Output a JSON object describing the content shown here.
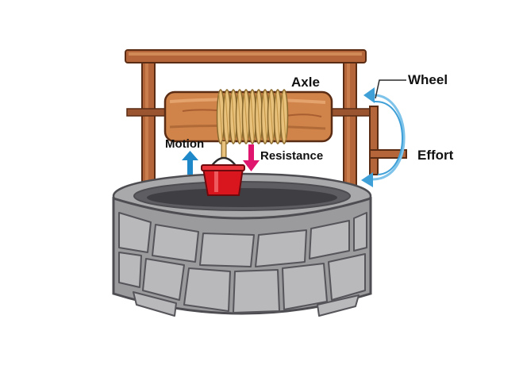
{
  "labels": {
    "axle": "Axle",
    "wheel": "Wheel",
    "effort": "Effort",
    "motion": "Motion",
    "resistance": "Resistance"
  },
  "colors": {
    "wood": "#b5653a",
    "wood_dark": "#7a3e1f",
    "axle_wood": "#d0844a",
    "rope": "#e8c27c",
    "stone": "#a9a9ab",
    "stone_dark": "#6f6f73",
    "bucket": "#d9161e",
    "motion_arrow": "#1e88c8",
    "resistance_arrow": "#e0166e",
    "wheel_arc": "#7ec3ea"
  }
}
